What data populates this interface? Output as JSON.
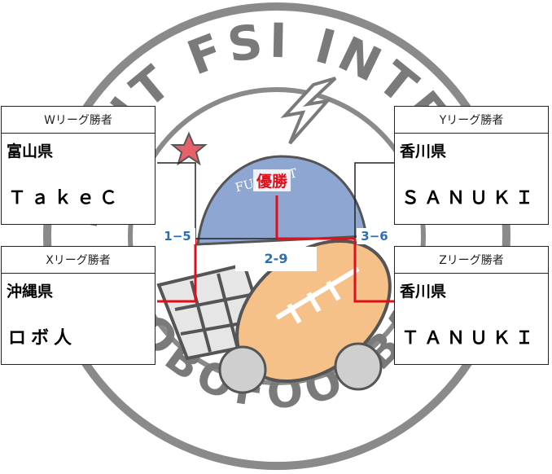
{
  "logo": {
    "ring_text_top": "MENT FSI INTER",
    "ring_text_bottom": "ROBOFOOTBAL",
    "badge_text": "FUJISOFT"
  },
  "bracket": {
    "champion_label": "優勝",
    "final_score": "2-9",
    "semi_left_score": "1−5",
    "semi_right_score": "3−6",
    "teams": [
      {
        "league": "Wリーグ勝者",
        "prefecture": "富山県",
        "name": "ＴａｋｅＣ"
      },
      {
        "league": "Xリーグ勝者",
        "prefecture": "沖縄県",
        "name": "ロボ人"
      },
      {
        "league": "Yリーグ勝者",
        "prefecture": "香川県",
        "name": "ＳＡＮＵＫＩ"
      },
      {
        "league": "Zリーグ勝者",
        "prefecture": "香川県",
        "name": "ＴＡＮＵＫＩ"
      }
    ]
  },
  "colors": {
    "winner_line": "#e0101a",
    "bracket_line": "#222222",
    "score_text": "#2c6fb7",
    "logo_ring": "#8a8a8a"
  }
}
